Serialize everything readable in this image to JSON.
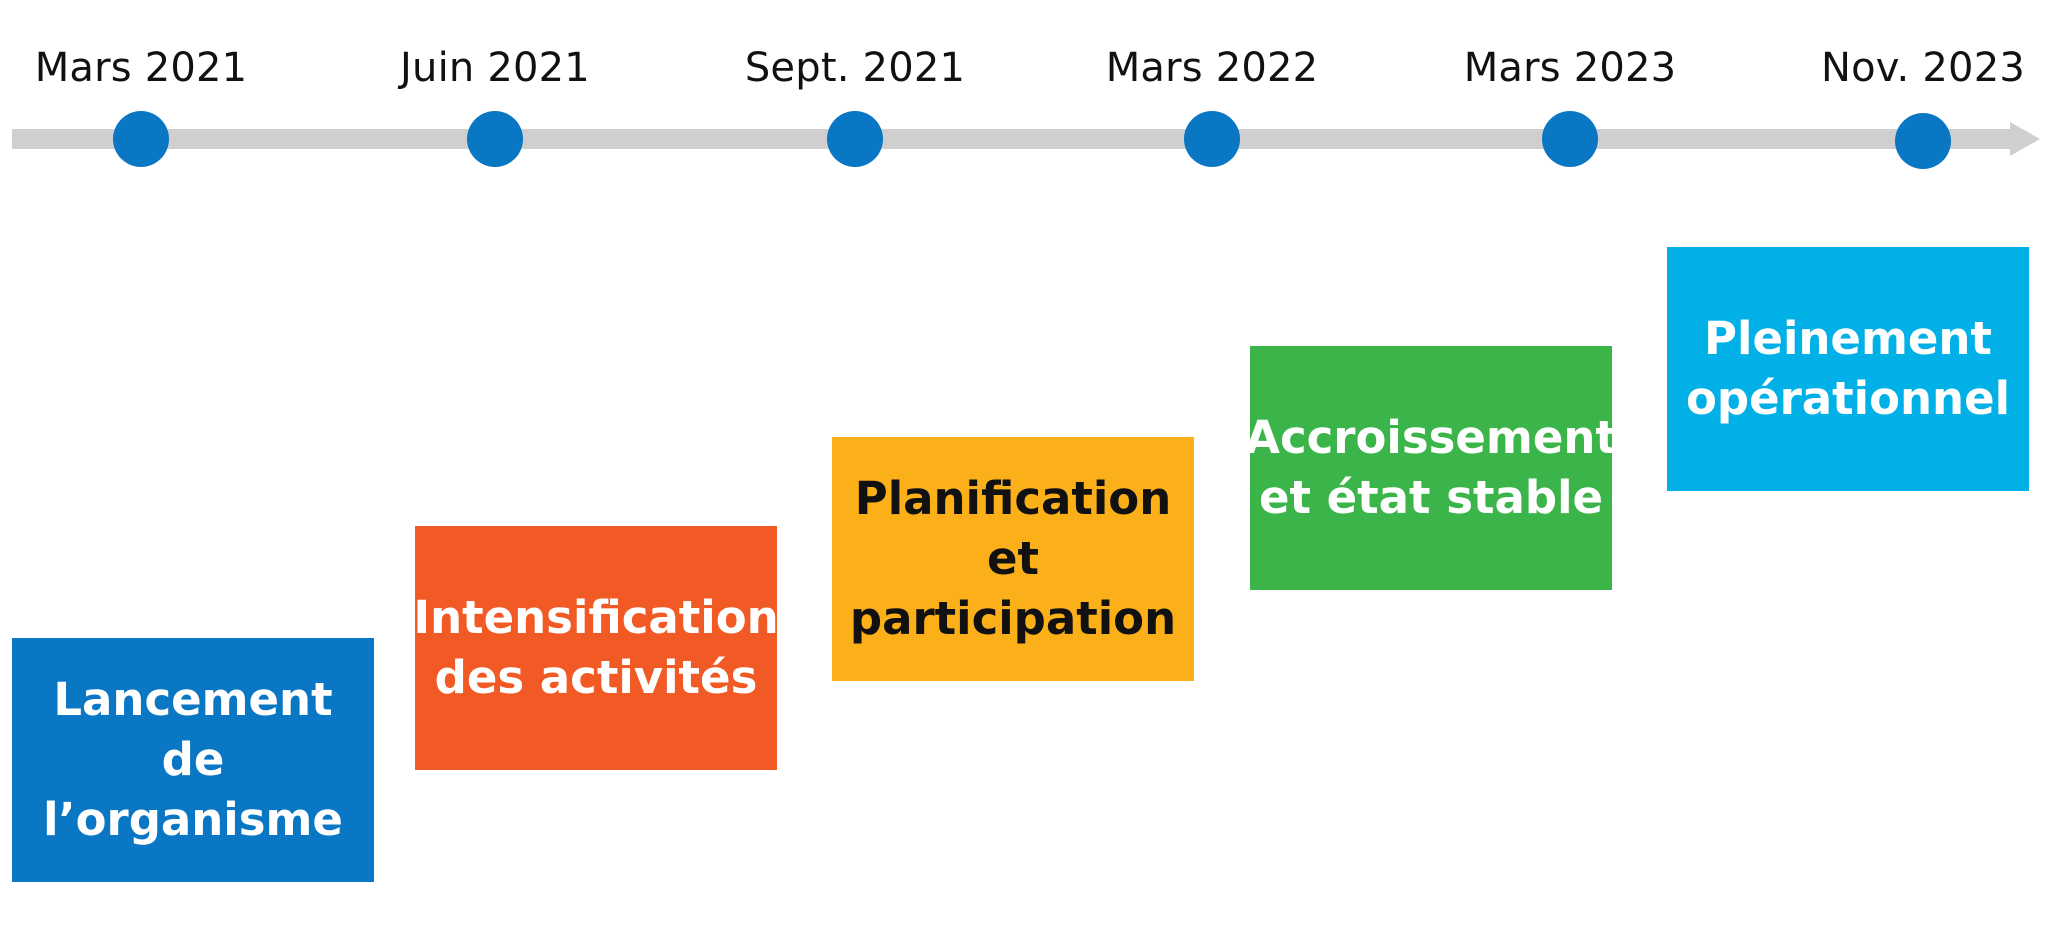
{
  "timeline": {
    "milestones": [
      {
        "date": "Mars 2021"
      },
      {
        "date": "Juin 2021"
      },
      {
        "date": "Sept. 2021"
      },
      {
        "date": "Mars 2022"
      },
      {
        "date": "Mars 2023"
      },
      {
        "date": "Nov. 2023"
      }
    ],
    "phases": [
      {
        "label": "Lancement\nde\nl’organisme",
        "color": "#0a77c4",
        "text_color": "#ffffff"
      },
      {
        "label": "Intensification\ndes activités",
        "color": "#f15a24",
        "text_color": "#ffffff"
      },
      {
        "label": "Planification\net\nparticipation",
        "color": "#fbb01a",
        "text_color": "#111111"
      },
      {
        "label": "Accroissement\net état stable",
        "color": "#3bb54a",
        "text_color": "#ffffff"
      },
      {
        "label": "Pleinement\nopérationnel",
        "color": "#00b0e6",
        "text_color": "#ffffff"
      }
    ],
    "axis_color": "#cfcfcf",
    "milestone_color": "#0a77c4"
  }
}
